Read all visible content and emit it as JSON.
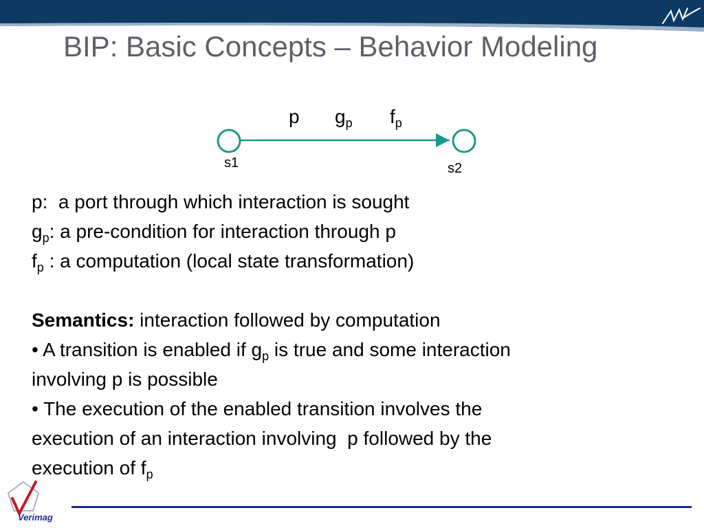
{
  "slide": {
    "title": "BIP: Basic Concepts – Behavior Modeling"
  },
  "diagram": {
    "states": [
      "s1",
      "s2"
    ],
    "transition": {
      "port": "p",
      "guard": "g",
      "guard_sub": "p",
      "function": "f",
      "function_sub": "p"
    }
  },
  "definitions": {
    "p": {
      "lead": "p:",
      "rest": "  a port through which interaction is sought"
    },
    "g": {
      "lead": "g",
      "sub": "p",
      "rest": ": a pre-condition for interaction through p"
    },
    "f": {
      "lead": "f",
      "sub": "p",
      "rest": " : a computation (local state transformation)"
    }
  },
  "semantics": {
    "heading": "Semantics:",
    "heading_rest": " interaction followed by computation",
    "bullet1_a": "• A transition is enabled if g",
    "bullet1_sub": "p",
    "bullet1_b": " is true and some interaction",
    "bullet1_line2": "involving p is possible",
    "bullet2_line1": "• The execution of the enabled transition involves the",
    "bullet2_line2": "execution of an interaction involving  p followed by the",
    "bullet2_line3": "execution of f",
    "bullet2_sub": "p"
  },
  "footer": {
    "logo_text": "Verimag"
  },
  "colors": {
    "header_band": "#0d3a63",
    "title": "#5f5f6b",
    "diagram_teal": "#1a9a8a",
    "footer_line": "#1a2d8e"
  }
}
